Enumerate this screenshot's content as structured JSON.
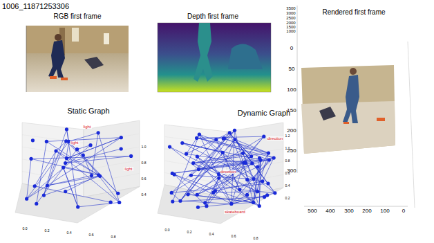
{
  "diagram": {
    "title": "1006_11871253306",
    "labels": [
      "RGB first frame",
      "Depth first frame",
      "Rendered first frame",
      "Static Graph",
      "Dynamic Graph",
      "3500",
      "3000",
      "2500",
      "2000",
      "1500",
      "1000",
      "0",
      "50",
      "100",
      "150",
      "200",
      "250",
      "300",
      "500",
      "400",
      "300",
      "200",
      "100",
      "0",
      "0.0",
      "0.2",
      "0.4",
      "0.6",
      "0.8",
      "1.0",
      "0.8",
      "0.6",
      "0.4",
      "0.0",
      "0.2",
      "0.4",
      "0.6",
      "0.8",
      "1.2",
      "1.0",
      "0.8",
      "0.6",
      "0.4",
      "0.2",
      "light",
      "light",
      "light",
      "direction",
      "direction",
      "skateboard"
    ]
  }
}
